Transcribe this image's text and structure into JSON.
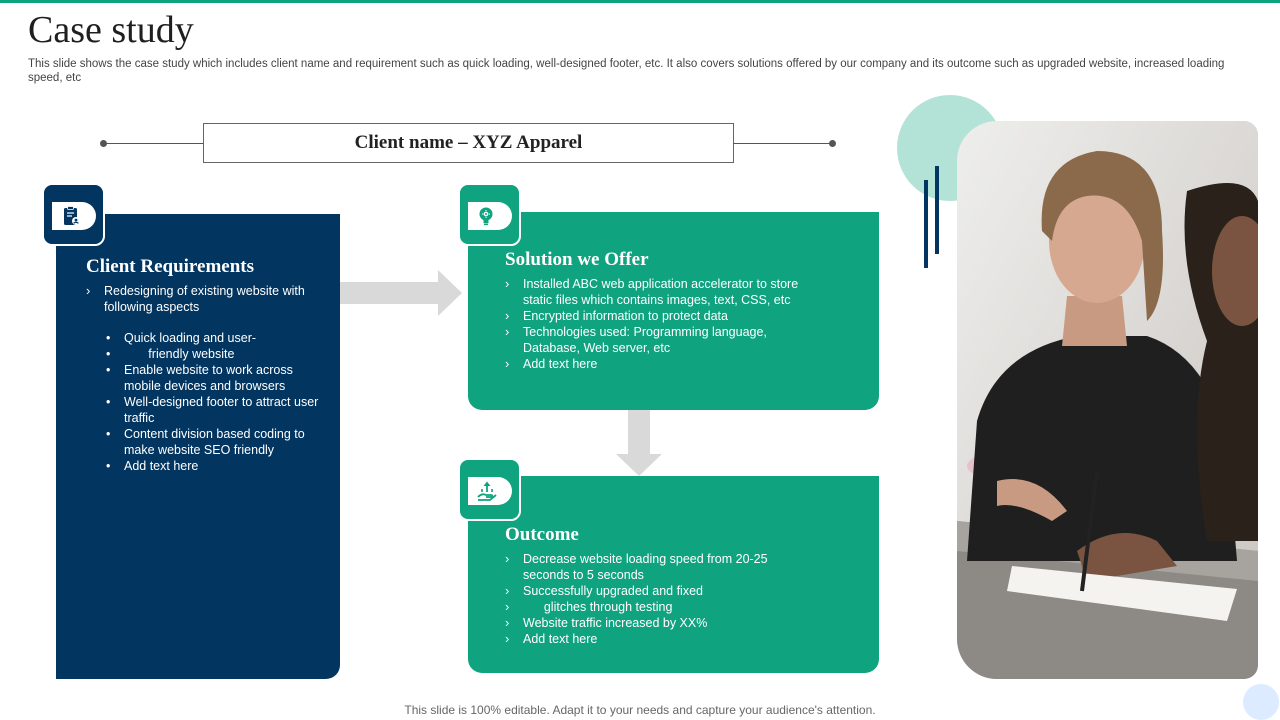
{
  "header": {
    "title": "Case study",
    "subtitle": "This slide shows the case study which includes client name and requirement such as quick loading, well-designed footer, etc. It also covers solutions offered by our company and its outcome such as upgraded website, increased loading speed, etc"
  },
  "client": {
    "label": "Client name – XYZ Apparel"
  },
  "requirements": {
    "title": "Client Requirements",
    "intro": "Redesigning of existing website with following aspects",
    "items": [
      "Quick loading and user-",
      "       friendly website",
      "Enable website to work across mobile devices and browsers",
      "Well-designed footer to attract user traffic",
      "Content division based coding to make website SEO friendly",
      "Add text here"
    ]
  },
  "solution": {
    "title": "Solution we Offer",
    "items": [
      "Installed ABC web application accelerator to store static files which contains images, text, CSS, etc",
      "Encrypted information  to protect data",
      "Technologies used: Programming  language, Database,  Web server,  etc",
      "Add text here"
    ]
  },
  "outcome": {
    "title": "Outcome",
    "items": [
      "Decrease website loading speed from 20-25 seconds to 5 seconds",
      "Successfully upgraded  and fixed",
      "      glitches through testing",
      "Website traffic increased by XX%",
      "Add text here"
    ]
  },
  "footer": {
    "text": "This slide is 100% editable. Adapt it to your needs and capture your audience's attention."
  },
  "icons": {
    "requirements": "clipboard-user-icon",
    "solution": "lightbulb-gear-icon",
    "outcome": "hand-growth-icon"
  },
  "colors": {
    "navy": "#023560",
    "green": "#0fa37f",
    "mint": "#b3e3d6",
    "arrow_gray": "#d9d9d9"
  }
}
